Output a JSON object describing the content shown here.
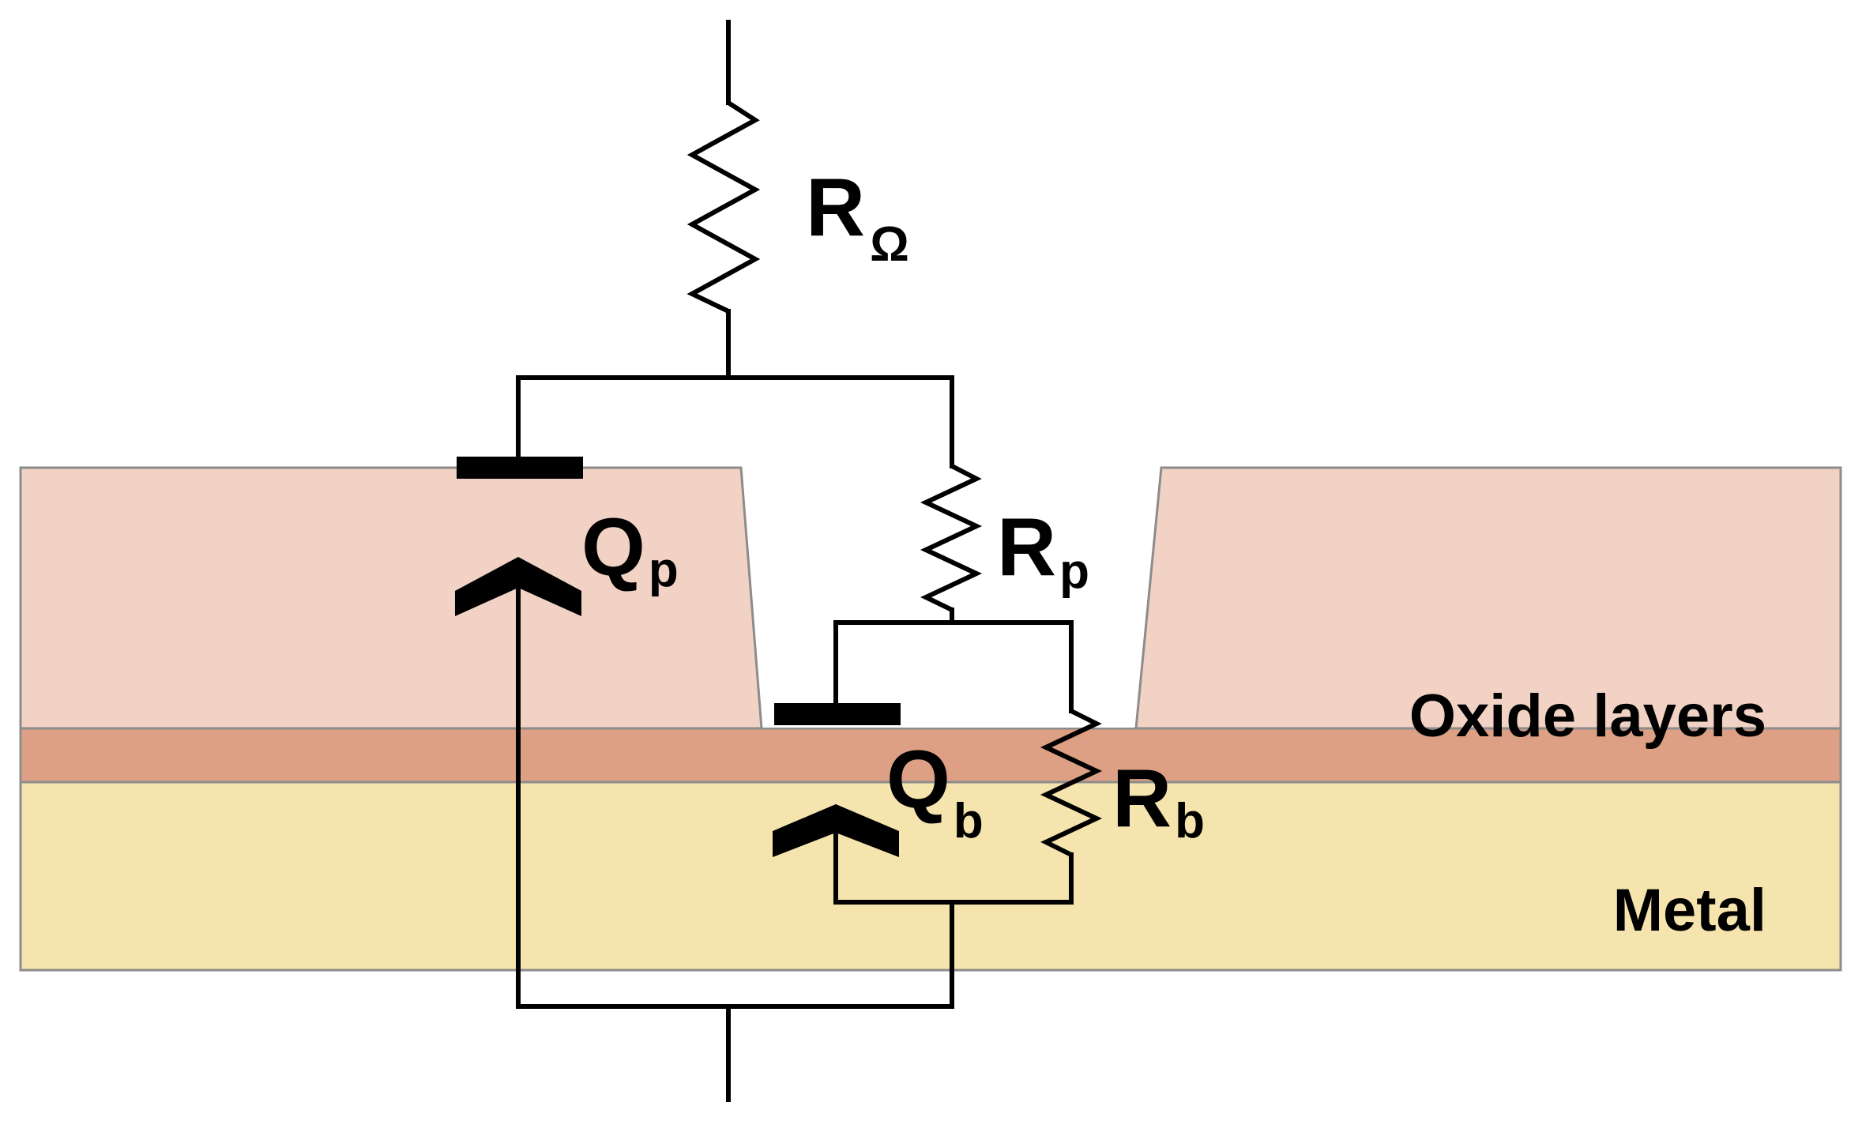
{
  "labels": {
    "r_omega": {
      "main": "R",
      "sub": "Ω"
    },
    "r_p": {
      "main": "R",
      "sub": "p"
    },
    "r_b": {
      "main": "R",
      "sub": "b"
    },
    "q_p": {
      "main": "Q",
      "sub": "p"
    },
    "q_b": {
      "main": "Q",
      "sub": "b"
    }
  },
  "layers": {
    "oxide": "Oxide layers",
    "metal": "Metal"
  },
  "colors": {
    "porous_oxide": "#f2d2c4",
    "barrier_oxide": "#dea085",
    "metal": "#f5e4ad",
    "layer_edge": "#8c8c8c",
    "circuit": "#000000"
  }
}
